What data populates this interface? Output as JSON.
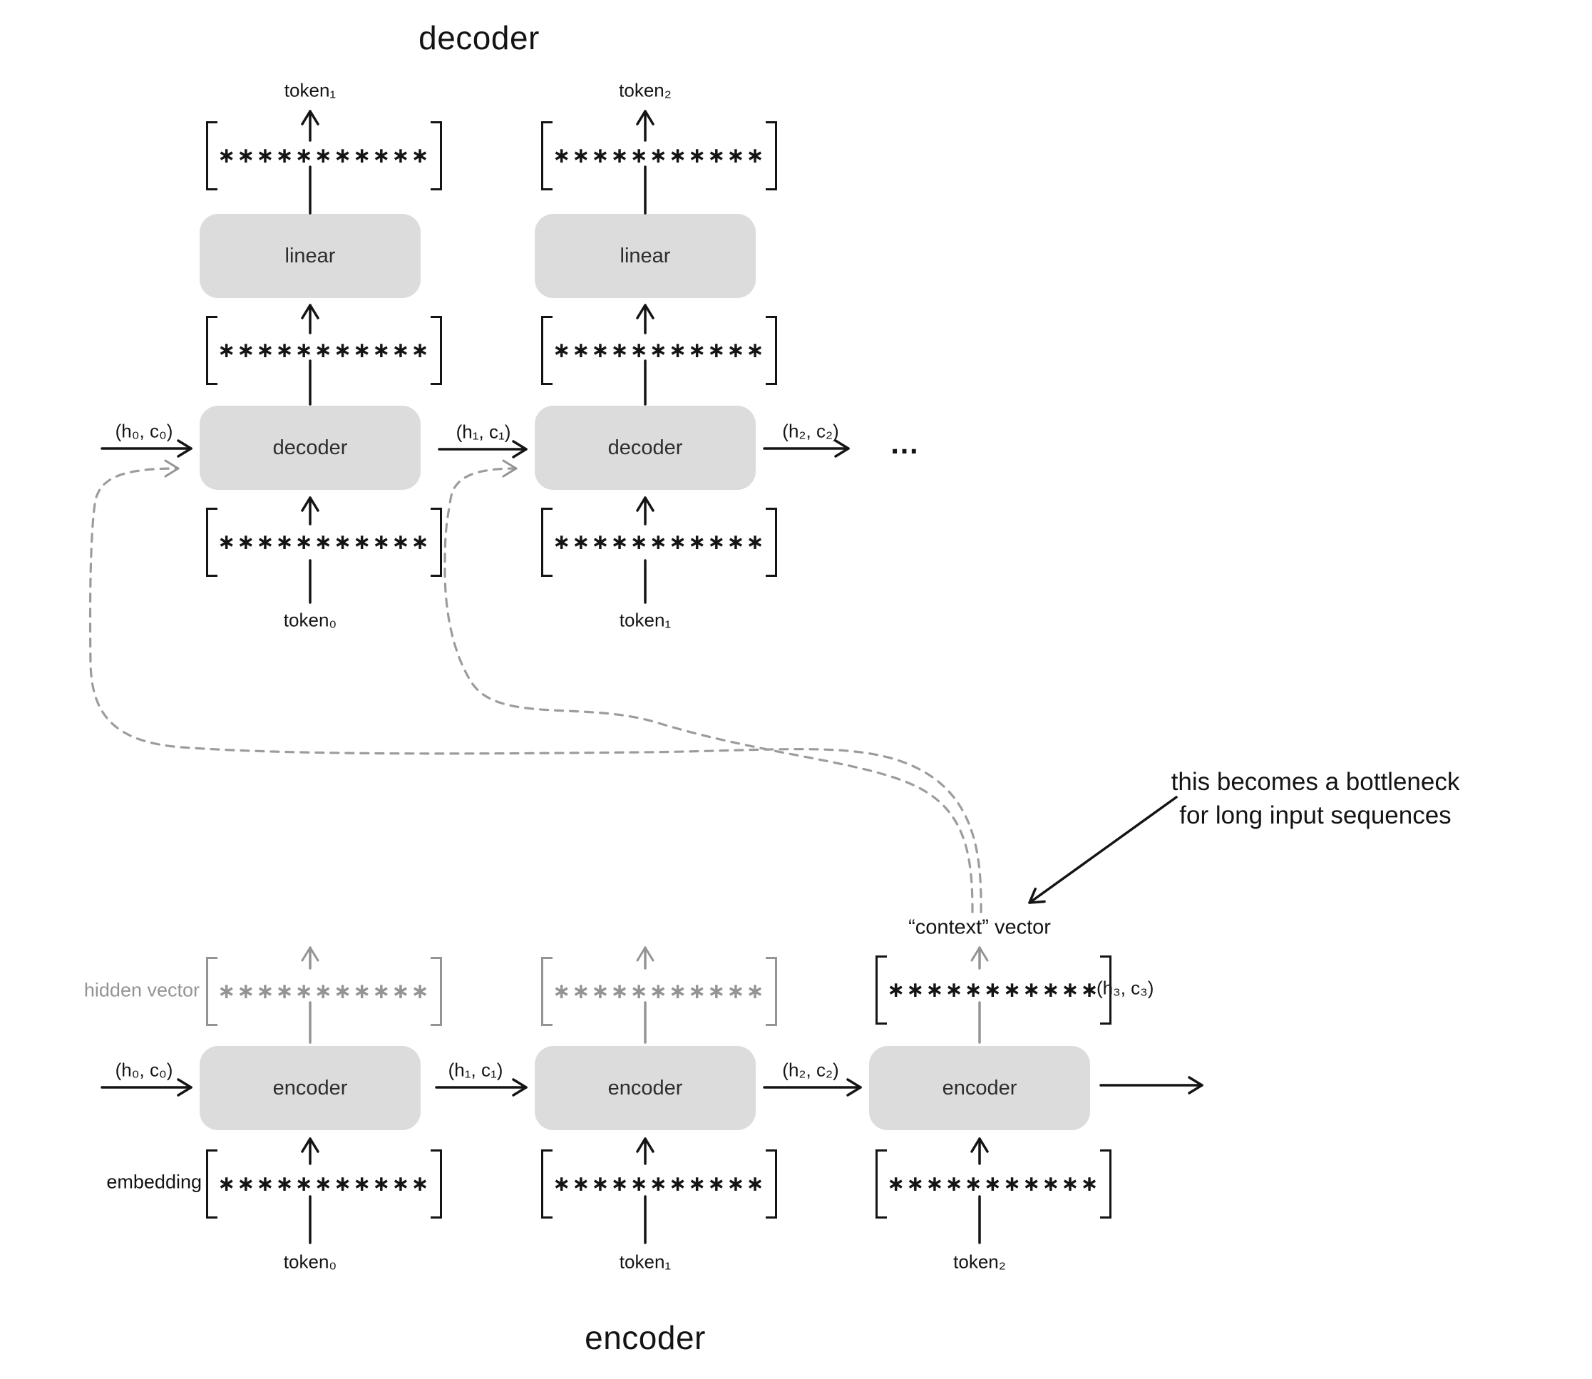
{
  "titles": {
    "decoder": "decoder",
    "encoder": "encoder"
  },
  "vector": {
    "cells": "∗∗∗∗∗∗∗∗∗∗∗"
  },
  "decoder_section": {
    "col1": {
      "output_token": "token₁",
      "top_box": "linear",
      "box": "decoder",
      "input_token": "token₀",
      "state_in": "(h₀, c₀)"
    },
    "col2": {
      "output_token": "token₂",
      "top_box": "linear",
      "box": "decoder",
      "input_token": "token₁",
      "state_in": "(h₁, c₁)"
    },
    "state_out": "(h₂, c₂)",
    "ellipsis": "…"
  },
  "encoder_section": {
    "hidden_label": "hidden vector",
    "embedding_label": "embedding",
    "context_label": "“context” vector",
    "col1": {
      "box": "encoder",
      "token": "token₀",
      "state_in": "(h₀, c₀)"
    },
    "col2": {
      "box": "encoder",
      "token": "token₁",
      "state_in": "(h₁, c₁)"
    },
    "col3": {
      "box": "encoder",
      "token": "token₂",
      "state_in": "(h₂, c₂)",
      "state_out": "(h₃, c₃)"
    }
  },
  "annotation": {
    "line1": "this becomes a bottleneck",
    "line2": "for long input sequences"
  },
  "colors": {
    "ink": "#141414",
    "gray": "#949494",
    "box_fill": "#dcdcdc"
  }
}
